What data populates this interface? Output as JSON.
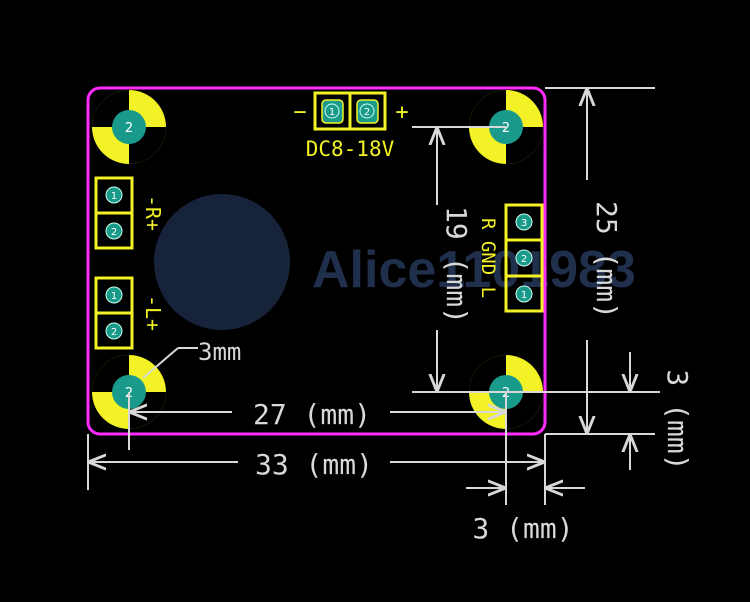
{
  "board": {
    "power_label": "DC8-18V",
    "power_minus": "−",
    "power_plus": "+",
    "right_channel_label": "-R+",
    "left_channel_label": "-L+",
    "output_header_label": "R GND L",
    "hole_label": "3mm"
  },
  "pad_numbers": {
    "one": "1",
    "two": "2",
    "three": "3"
  },
  "dimensions": {
    "hole_spacing_x": "27 (mm)",
    "board_width": "33 (mm)",
    "board_height": "25 (mm)",
    "hole_spacing_y": "19 (mm)",
    "edge_offset_x": "3 (mm)",
    "edge_offset_y": "3 (mm)"
  },
  "watermark": "Alice1101983",
  "colors": {
    "background": "#000000",
    "outline": "#ff2bff",
    "silkscreen": "#f2f227",
    "pad": "#1a9a8a",
    "dimension": "#d8d8d8",
    "watermark": "#2a3f66"
  }
}
